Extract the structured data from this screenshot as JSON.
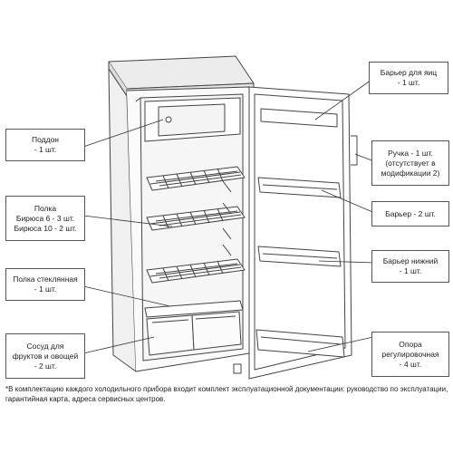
{
  "labels": {
    "egg_barrier": {
      "line1": "Барьер для яиц",
      "line2": "- 1 шт."
    },
    "tray": {
      "line1": "Поддон",
      "line2": "- 1 шт."
    },
    "handle": {
      "line1": "Ручка - 1 шт.",
      "line2": "(отсутствует в",
      "line3": "модификации 2)"
    },
    "shelf": {
      "line1": "Полка",
      "line2": "Бирюса 6 - 3 шт.",
      "line3": "Бирюса 10 - 2 шт."
    },
    "door_barrier": {
      "line1": "Барьер - 2 шт."
    },
    "bottom_barrier": {
      "line1": "Барьер нижний",
      "line2": "- 1 шт."
    },
    "glass_shelf": {
      "line1": "Полка стеклянная",
      "line2": "- 1 шт."
    },
    "crisper": {
      "line1": "Сосуд  для",
      "line2": "фруктов и овощей",
      "line3": "- 2 шт."
    },
    "adjustable_foot": {
      "line1": "Опора",
      "line2": "регулировочная",
      "line3": "- 4 шт."
    }
  },
  "footnote": {
    "line1": "*В комплектацию каждого холодильного прибора входит комплект эксплуатационной документации: руководство по эксплуатации,",
    "line2": "гарантийная карта, адреса сервисных центров."
  }
}
